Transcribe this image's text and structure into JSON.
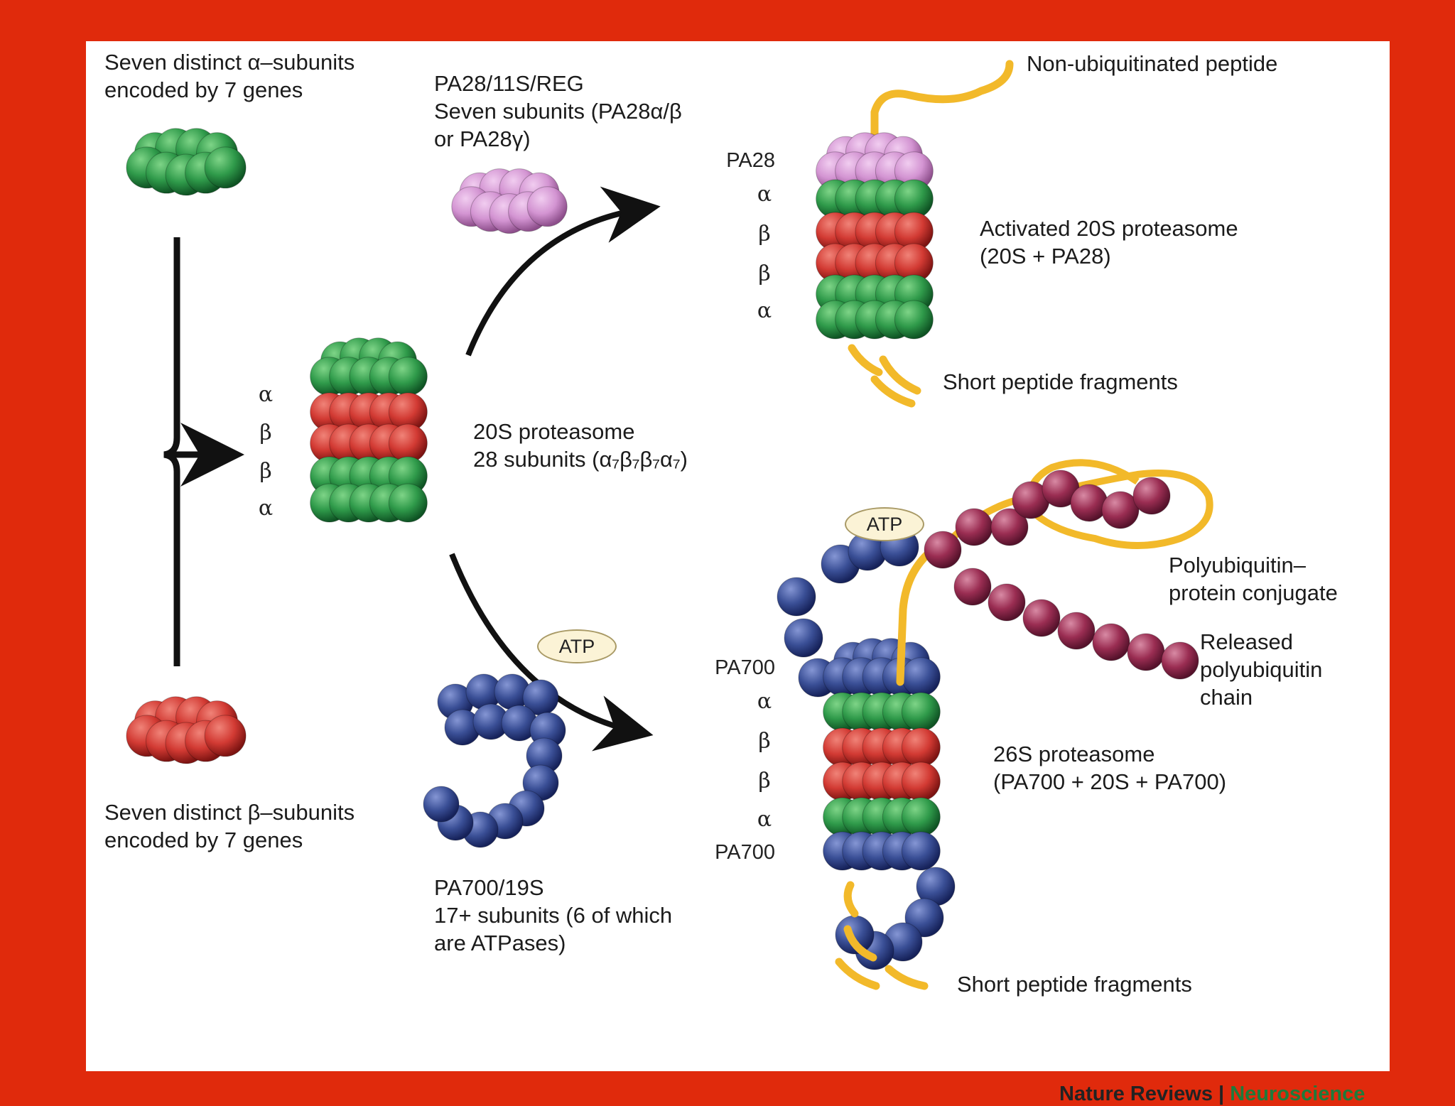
{
  "labels": {
    "alpha_subunits": "Seven distinct α–subunits\nencoded by 7 genes",
    "beta_subunits": "Seven distinct β–subunits\nencoded by 7 genes",
    "pa28_info": "PA28/11S/REG\nSeven subunits (PA28α/β\nor PA28γ)",
    "pa700_info": "PA700/19S\n17+ subunits (6 of which\nare ATPases)",
    "proteasome_20s": "20S proteasome\n28 subunits (α₇β₇β₇α₇)",
    "non_ubiquitinated": "Non-ubiquitinated peptide",
    "activated_20s": "Activated 20S proteasome\n(20S + PA28)",
    "short_fragments_top": "Short peptide fragments",
    "polyubiquitin_conjugate": "Polyubiquitin–\nprotein conjugate",
    "released_chain": "Released\npolyubiquitin\nchain",
    "proteasome_26s": "26S proteasome\n(PA700 + 20S + PA700)",
    "short_fragments_bottom": "Short peptide fragments",
    "atp_arrow": "ATP",
    "atp_26s": "ATP"
  },
  "stack_20s": [
    "α",
    "β",
    "β",
    "α"
  ],
  "stack_activated": [
    "PA28",
    "α",
    "β",
    "β",
    "α"
  ],
  "stack_26s": [
    "PA700",
    "α",
    "β",
    "β",
    "α",
    "PA700"
  ],
  "credit": {
    "brand": "Nature Reviews",
    "separator": " | ",
    "journal": "Neuroscience"
  },
  "colors": {
    "frame": "#e02a0c",
    "alpha_green": "#2f9a4a",
    "beta_red": "#d23a33",
    "pa28_pink": "#d394d2",
    "pa700_blue": "#3a4f96",
    "ubiquitin_maroon": "#9a2d52",
    "peptide_yellow": "#f2b92a"
  }
}
